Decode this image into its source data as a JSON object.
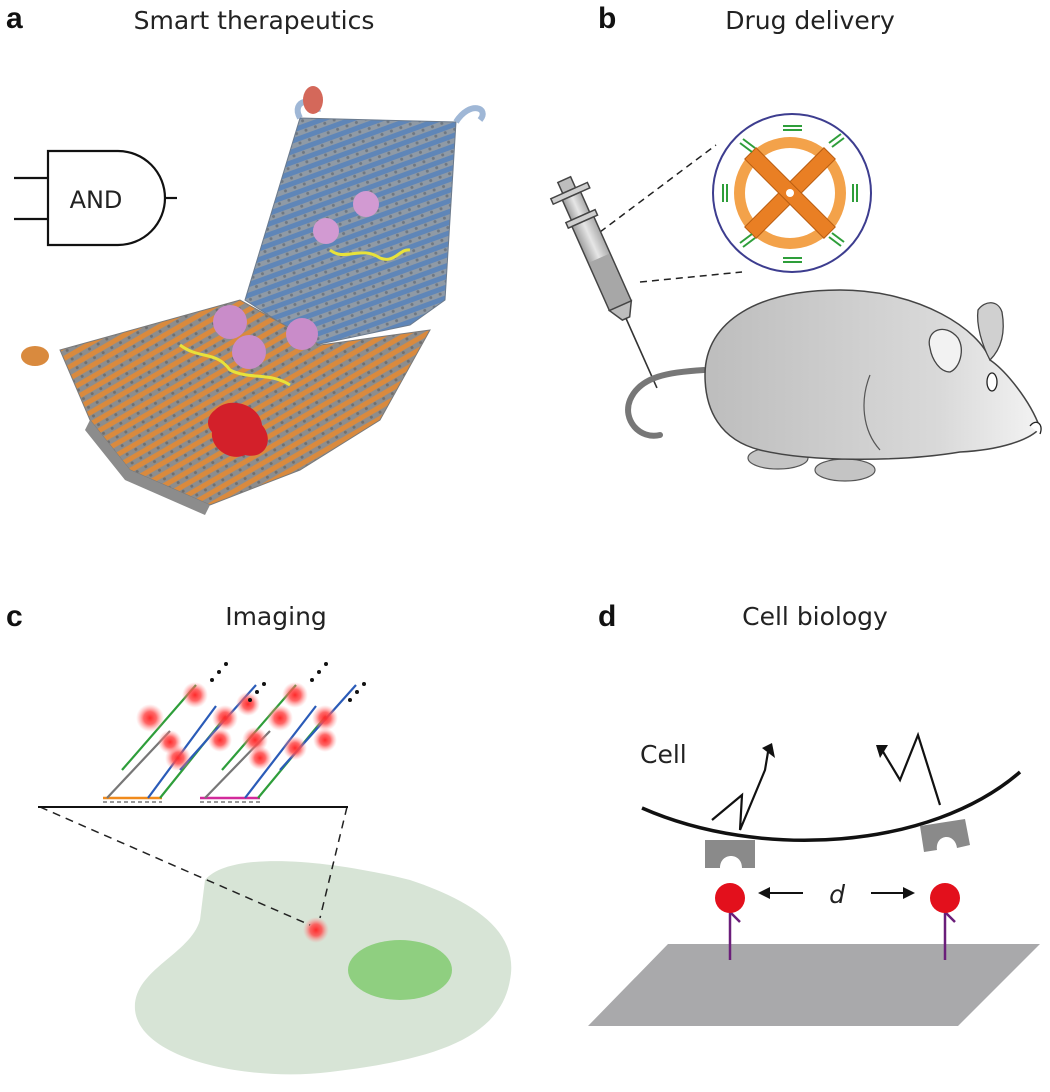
{
  "panels": {
    "a": {
      "letter": "a",
      "title": "Smart therapeutics",
      "gate_label": "AND"
    },
    "b": {
      "letter": "b",
      "title": "Drug delivery"
    },
    "c": {
      "letter": "c",
      "title": "Imaging"
    },
    "d": {
      "letter": "d",
      "title": "Cell biology",
      "cell_label": "Cell",
      "distance_label": "d"
    }
  },
  "colors": {
    "dna_orange": "#d98a3e",
    "dna_blue": "#5f86b8",
    "dna_grey": "#8a8a8a",
    "payload_pink": "#c98cc9",
    "lock_yellow": "#e8e23a",
    "payload_red": "#d3202a",
    "cell_green": "#d7e4d6",
    "nucleus_green": "#8fcf80",
    "ligand_red": "#e3101c",
    "surface_grey": "#a9a9ab"
  }
}
